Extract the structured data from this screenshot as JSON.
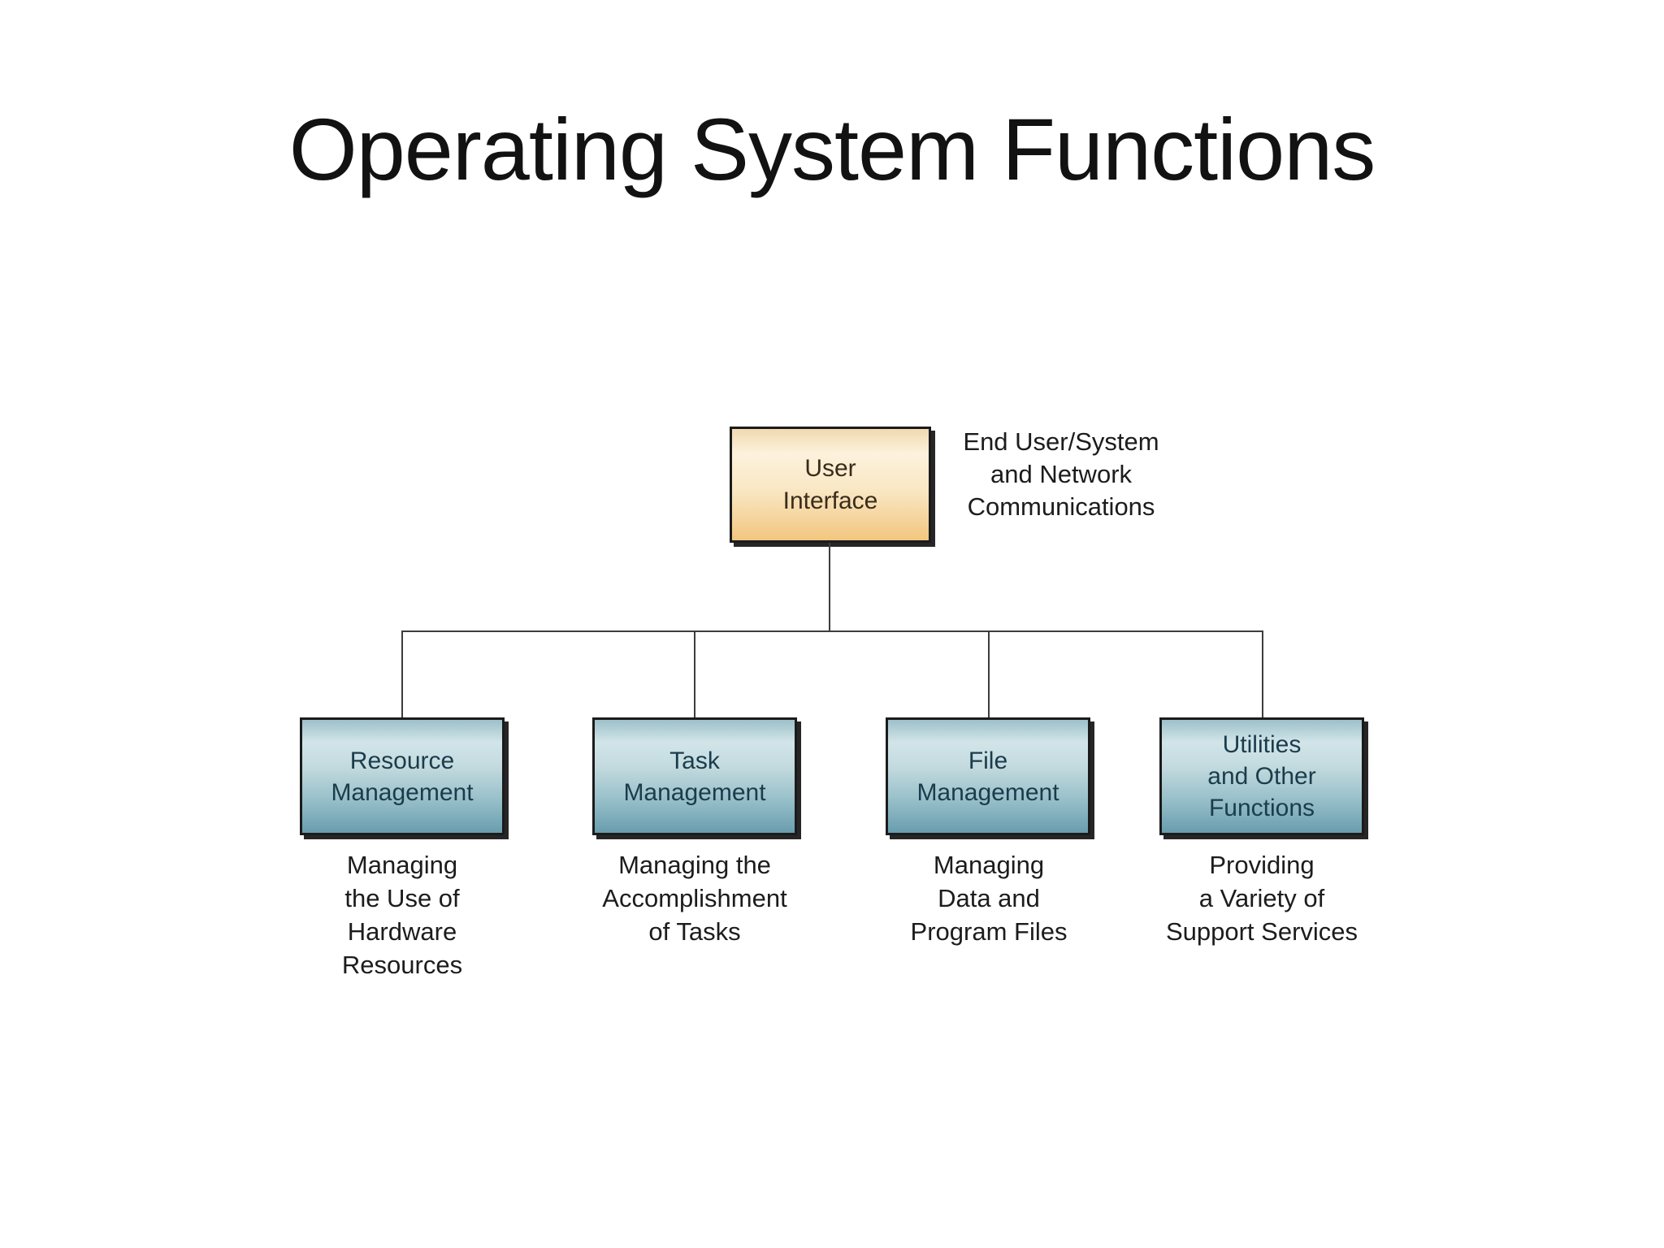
{
  "title": "Operating System Functions",
  "root_box": {
    "label": "User\nInterface"
  },
  "root_annotation": "End User/System\nand Network\nCommunications",
  "branches": [
    {
      "label": "Resource\nManagement",
      "caption": "Managing\nthe Use of\nHardware\nResources"
    },
    {
      "label": "Task\nManagement",
      "caption": "Managing the\nAccomplishment\nof Tasks"
    },
    {
      "label": "File\nManagement",
      "caption": "Managing\nData and\nProgram Files"
    },
    {
      "label": "Utilities\nand Other\nFunctions",
      "caption": "Providing\na Variety of\nSupport Services"
    }
  ],
  "colors": {
    "root_top": "#f1d9b0",
    "root_mid": "#fcf2dc",
    "root_bottom": "#f2c67f",
    "root_text": "#3a2c1c",
    "branch_top": "#9dc0c9",
    "branch_light": "#d2e5e9",
    "branch_bottom": "#689daf",
    "branch_text": "#1b3c4c",
    "text_color": "#1c1c1c",
    "line_color": "#3d3d3d",
    "border_color": "#1b1b1b",
    "shadow_color": "#262626"
  }
}
